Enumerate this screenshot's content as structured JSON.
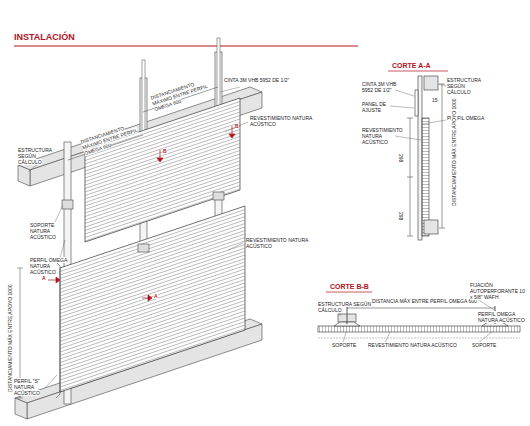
{
  "diagram": {
    "title": "INSTALACIÓN",
    "labels": [
      "CINTA 3M VHB 5952 DE 1/2\"",
      "DISTANCIAMIENTO MÁXIMO ENTRE PERFIL OMEGA 600",
      "DISTANCIAMIENTO MÁXIMO ENTRE PERFIL OMEGA 600",
      "REVESTIMIENTO NATURA ACÚSTICO",
      "ESTRUCTURA SEGÚN CÁLCULO",
      "SOPORTE NATURA ACÚSTICO",
      "PERFIL OMEGA NATURA ACÚSTICO",
      "REVESTIMIENTO NATURA ACÚSTICO",
      "DISTANCIAMIENTO MÁX ENTRE APOYO 1000",
      "PERFIL \"S\" NATURA ACÚSTICO",
      "A",
      "A",
      "B",
      "B",
      "CORTE A-A",
      "CINTA 3M VHB 5952 DE 1/2\"",
      "PANEL DE AJUSTE",
      "ESTRUCTURA SEGÚN CÁLCULO",
      "PERFIL OMEGA",
      "REVESTIMIENTO NATURA ACÚSTICO",
      "298",
      "298",
      "DISTANCIAMIENTO MÁX ENTRE APOYO 1000",
      "15",
      "CORTE B-B",
      "DISTANCIA MÁX ENTRE PERFIL OMEGA 600",
      "FIJACIÓN AUTOPERFORANTE 10 x 5/8\" WAFH",
      "ESTRUCTURA SEGÚN CÁLCULO",
      "PERFIL OMEGA NATURA ACÚSTICO",
      "SOPORTE",
      "REVESTIMIENTO NATURA ACÚSTICO",
      "SOPORTE"
    ]
  }
}
